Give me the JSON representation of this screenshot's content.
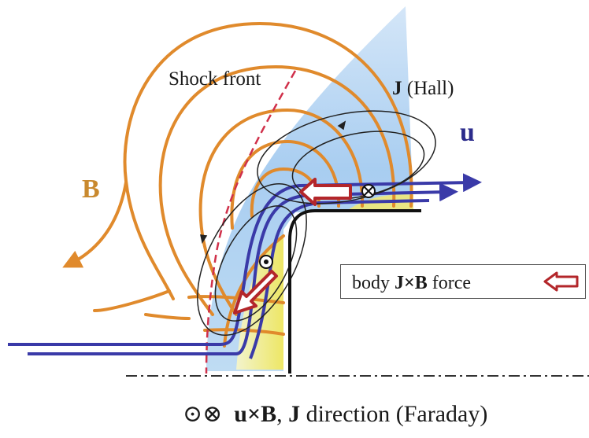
{
  "labels": {
    "shock_front": "Shock front",
    "j_symbol": "J",
    "j_suffix": " (Hall)",
    "u": "u",
    "b": "B"
  },
  "legend": {
    "prefix": "body ",
    "j": "J",
    "cross": "×",
    "b": "B",
    "suffix": " force"
  },
  "caption": {
    "symbols": "⊙⊗",
    "u": "u",
    "cross": "×",
    "b": "B",
    "comma": ", ",
    "j": "J",
    "rest": " direction (Faraday)"
  },
  "colors": {
    "field_lines": "#e08a2c",
    "velocity_lines": "#3a3aa8",
    "shock_front": "#d0304a",
    "force_arrow": "#b3262a",
    "current_loops": "#222222",
    "shocked_region": "#a9cdf0",
    "stagnation_region": "#f5ec6a"
  }
}
